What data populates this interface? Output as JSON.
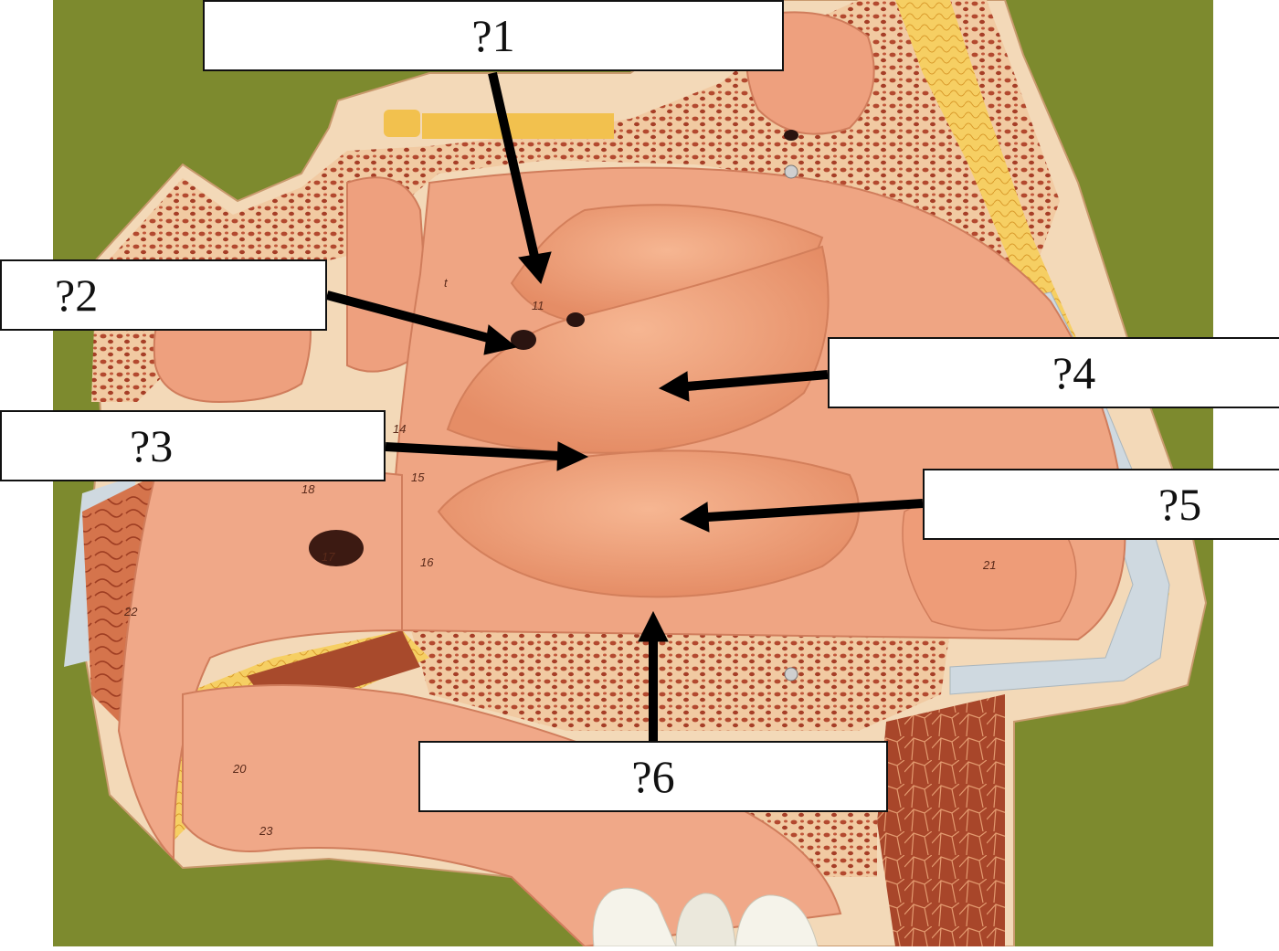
{
  "labels": {
    "q1": "?1",
    "q2": "?2",
    "q3": "?3",
    "q4": "?4",
    "q5": "?5",
    "q6": "?6"
  },
  "model_numbers": {
    "n11": "11",
    "n14": "14",
    "n15": "15",
    "n16": "16",
    "n17": "17",
    "n18": "18",
    "n20": "20",
    "n21": "21",
    "n22": "22",
    "n23": "23",
    "t": "t"
  },
  "colors": {
    "background": "#7d8a2e",
    "mucosa": "#efa583",
    "bone": "#f3d9b8",
    "spongy_bone": "#b3492f",
    "fat": "#f2c14e",
    "cartilage": "#cfd9e0",
    "muscle": "#a8462a",
    "arrow": "#000000"
  }
}
